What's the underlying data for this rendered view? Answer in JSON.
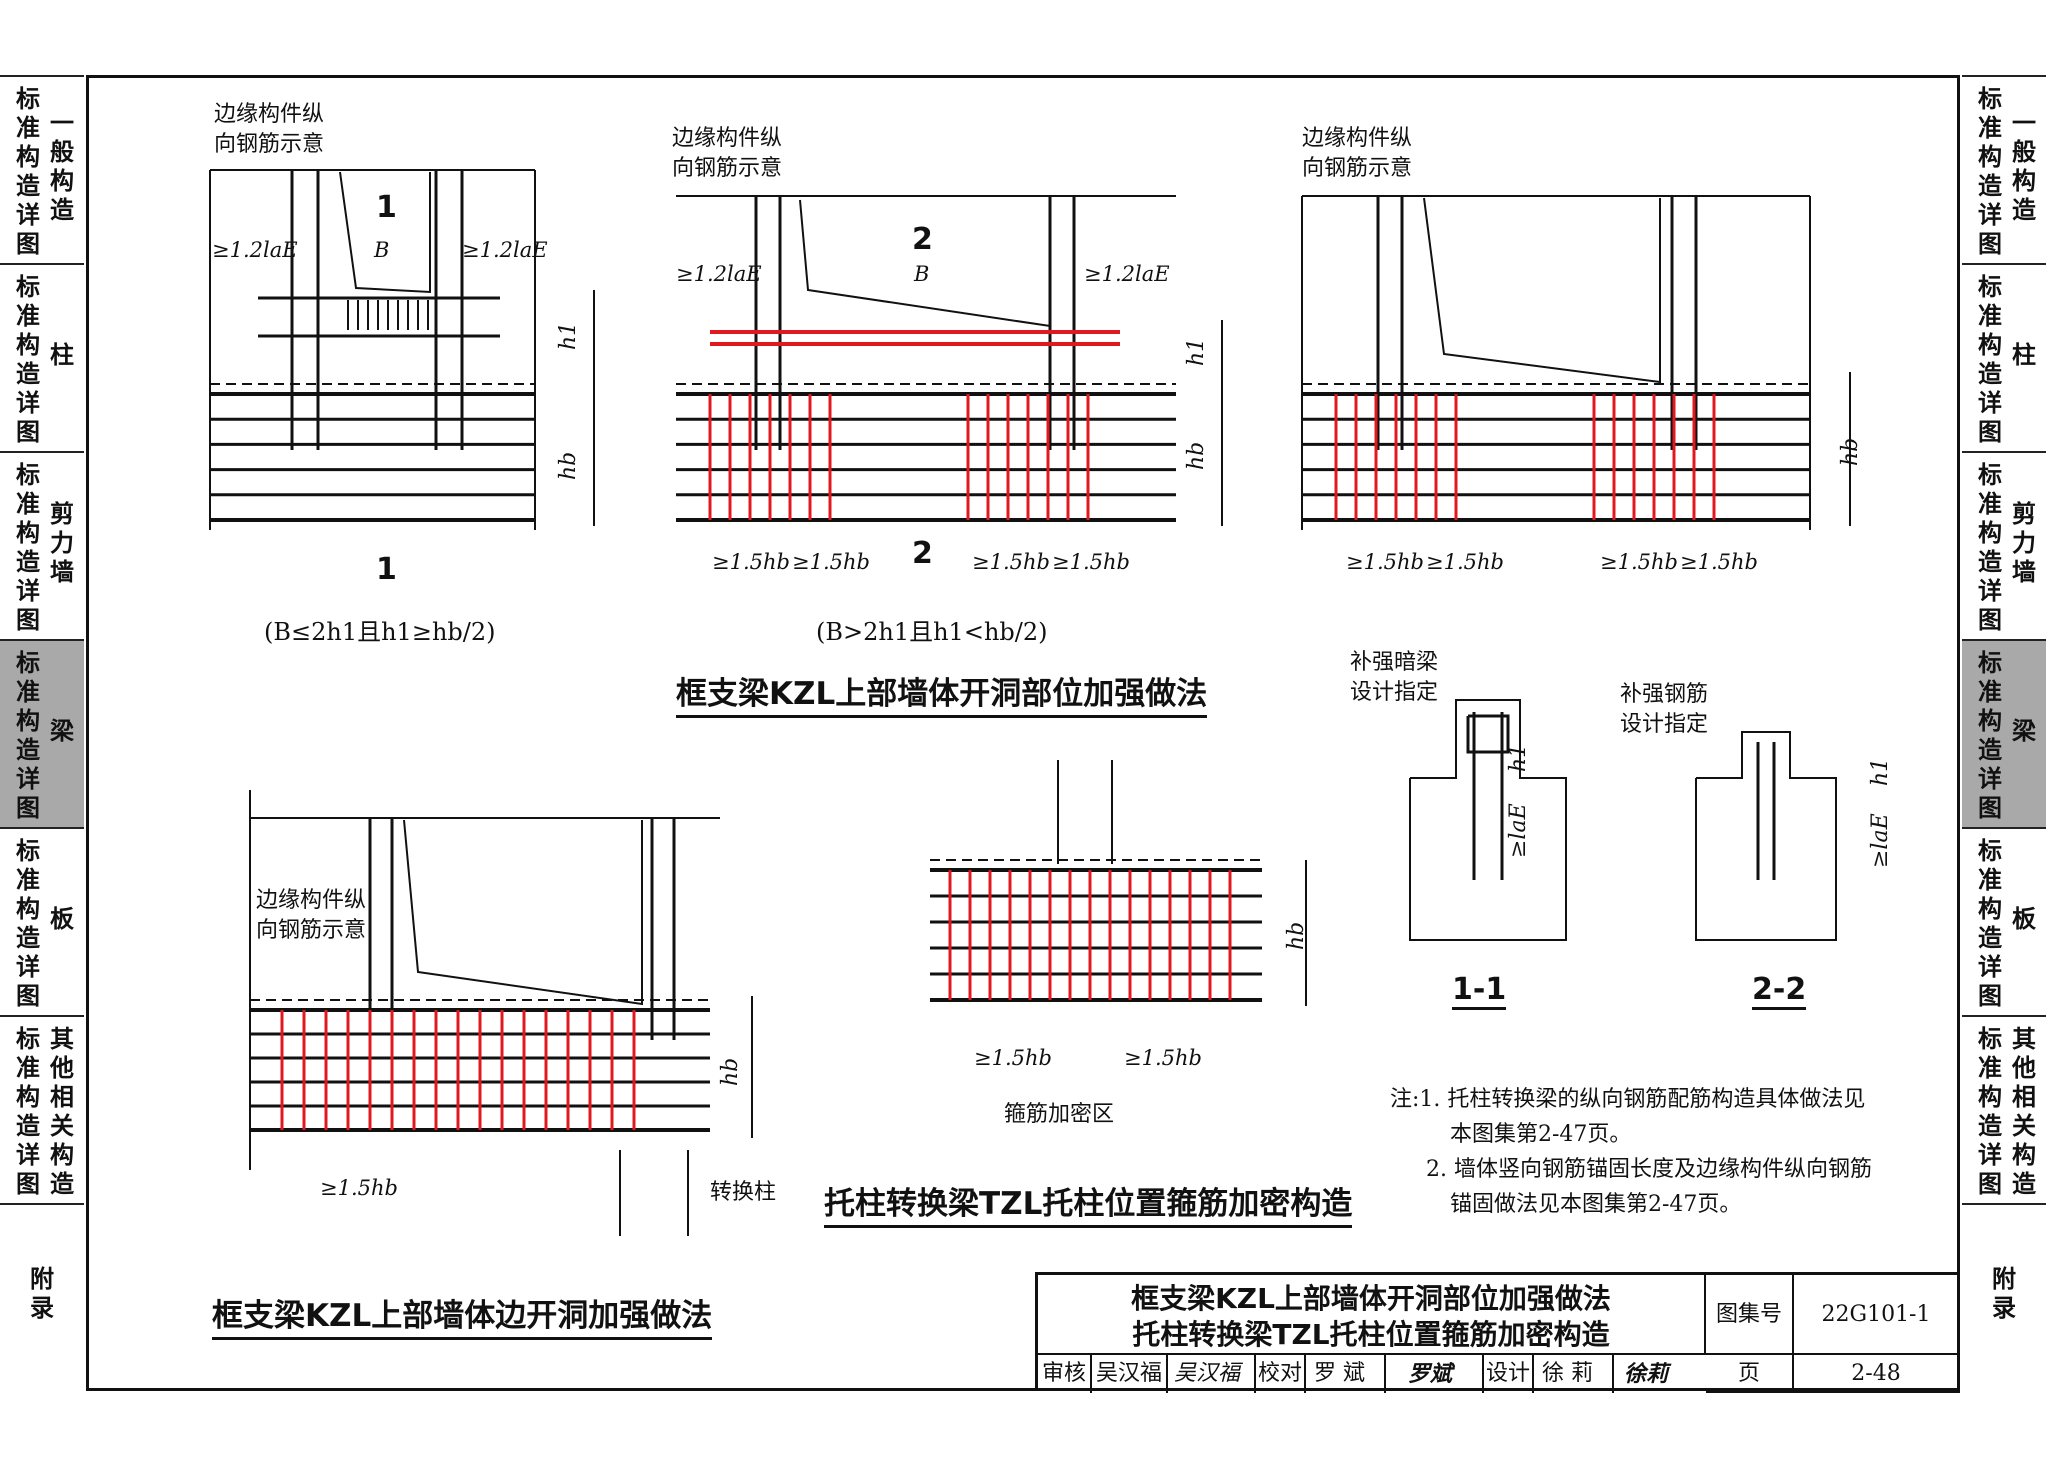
{
  "left_tabs": [
    {
      "a": "标准构造详图",
      "b": "一般构造",
      "active": false
    },
    {
      "a": "标准构造详图",
      "b": "柱",
      "active": false
    },
    {
      "a": "标准构造详图",
      "b": "剪力墙",
      "active": false
    },
    {
      "a": "标准构造详图",
      "b": "梁",
      "active": true
    },
    {
      "a": "标准构造详图",
      "b": "板",
      "active": false
    },
    {
      "a": "标准构造详图",
      "b": "其他相关构造",
      "active": false
    },
    {
      "a": "附录",
      "b": "",
      "active": false
    }
  ],
  "labels": {
    "edge_member_1": "边缘构件纵向钢筋示意",
    "edge_member_2": "边缘构件纵向钢筋示意",
    "edge_member_3": "边缘构件纵向钢筋示意",
    "edge_member_4": "边缘构件纵向钢筋示意",
    "dim_12lae": "≥1.2laE",
    "dim_15hb": "≥1.5hb",
    "B": "B",
    "h1": "h1",
    "hb": "hb",
    "lae": "≥laE",
    "cond_1": "(B≤2h1且h1≥hb/2)",
    "cond_2": "(B>2h1且h1<hb/2)",
    "mark_1": "1",
    "mark_2": "2",
    "stirrup_zone": "箍筋加密区",
    "transfer_column": "转换柱",
    "hidden_beam": "补强暗梁设计指定",
    "reinf_bar": "补强钢筋设计指定",
    "section_11": "1-1",
    "section_22": "2-2"
  },
  "titles": {
    "t1": "框支梁KZL上部墙体开洞部位加强做法",
    "t2": "托柱转换梁TZL托柱位置箍筋加密构造",
    "t3": "框支梁KZL上部墙体边开洞加强做法"
  },
  "notes": [
    "注:1. 托柱转换梁的纵向钢筋配筋构造具体做法见",
    "本图集第2-47页。",
    "2. 墙体竖向钢筋锚固长度及边缘构件纵向钢筋",
    "锚固做法见本图集第2-47页。"
  ],
  "title_block": {
    "main_1": "框支梁KZL上部墙体开洞部位加强做法",
    "main_2": "托柱转换梁TZL托柱位置箍筋加密构造",
    "atlas_label": "图集号",
    "atlas_no": "22G101-1",
    "page_label": "页",
    "page_no": "2-48",
    "review_label": "审核",
    "reviewer": "吴汉福",
    "reviewer_sig": "吴汉福",
    "check_label": "校对",
    "checker": "罗 斌",
    "checker_sig": "罗斌",
    "design_label": "设计",
    "designer": "徐 莉",
    "designer_sig": "徐莉"
  },
  "colors": {
    "rebar_red": "#e0191f",
    "line": "#111111",
    "active_tab": "#a9a9a9"
  }
}
